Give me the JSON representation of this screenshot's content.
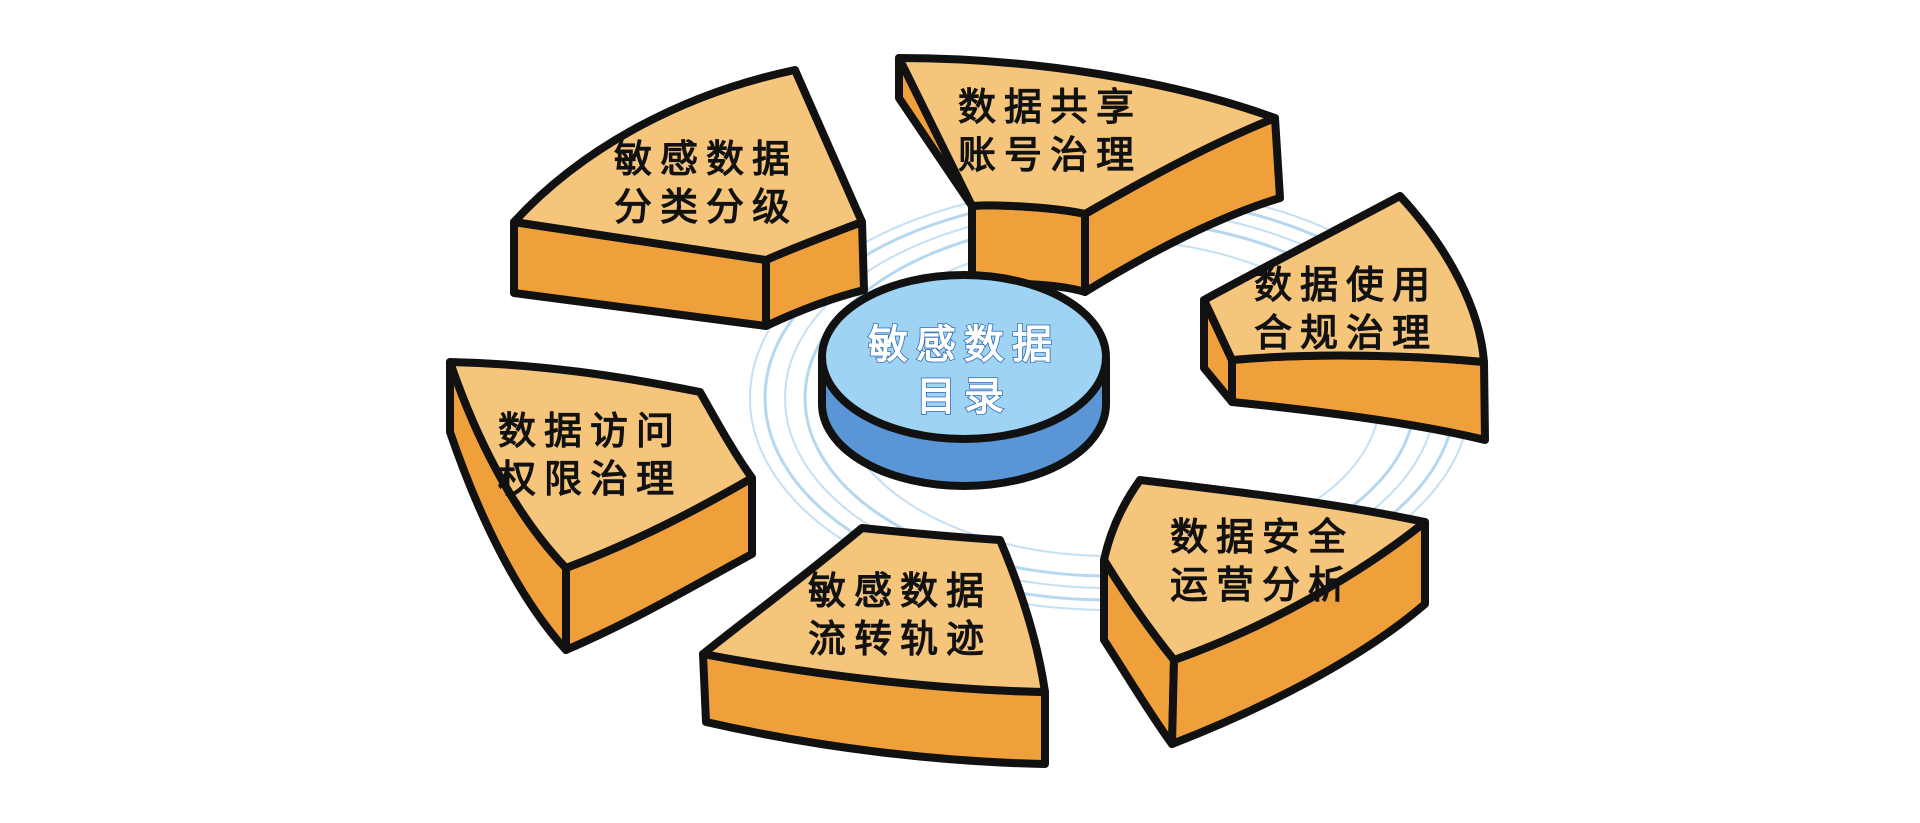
{
  "hub": {
    "line1": "敏感数据",
    "line2": "目录"
  },
  "segments": [
    {
      "line1": "敏感数据",
      "line2": "分类分级"
    },
    {
      "line1": "数据共享",
      "line2": "账号治理"
    },
    {
      "line1": "数据使用",
      "line2": "合规治理"
    },
    {
      "line1": "数据安全",
      "line2": "运营分析"
    },
    {
      "line1": "敏感数据",
      "line2": "流转轨迹"
    },
    {
      "line1": "数据访问",
      "line2": "权限治理"
    }
  ],
  "colors": {
    "segment_top": "#f5c57c",
    "segment_side": "#f0a03a",
    "hub_top": "#9fd3f4",
    "hub_side": "#5a96d6",
    "outline": "#111111",
    "rings": "#9ccbea"
  }
}
